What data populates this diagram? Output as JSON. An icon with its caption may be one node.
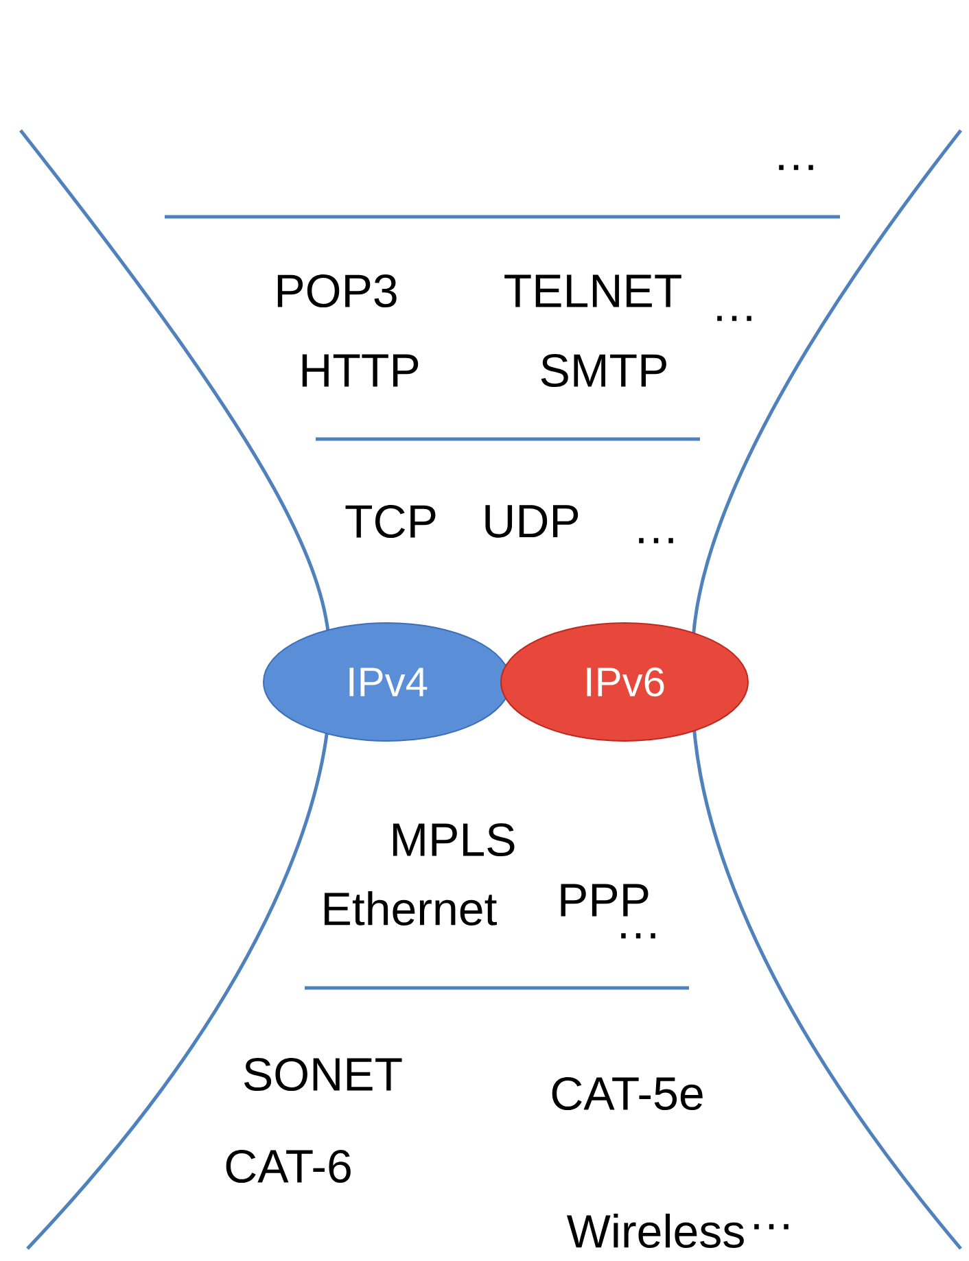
{
  "diagram": {
    "nodes": [
      {
        "text": [
          "IPv4"
        ]
      },
      {
        "text": [
          "IPv6"
        ]
      }
    ],
    "labels": [
      "…",
      "POP3",
      "TELNET",
      "HTTP",
      "SMTP",
      "…",
      "TCP",
      "UDP",
      "…",
      "MPLS",
      "Ethernet",
      "PPP",
      "…",
      "SONET",
      "CAT-5e",
      "CAT-6",
      "Wireless",
      "…"
    ]
  }
}
